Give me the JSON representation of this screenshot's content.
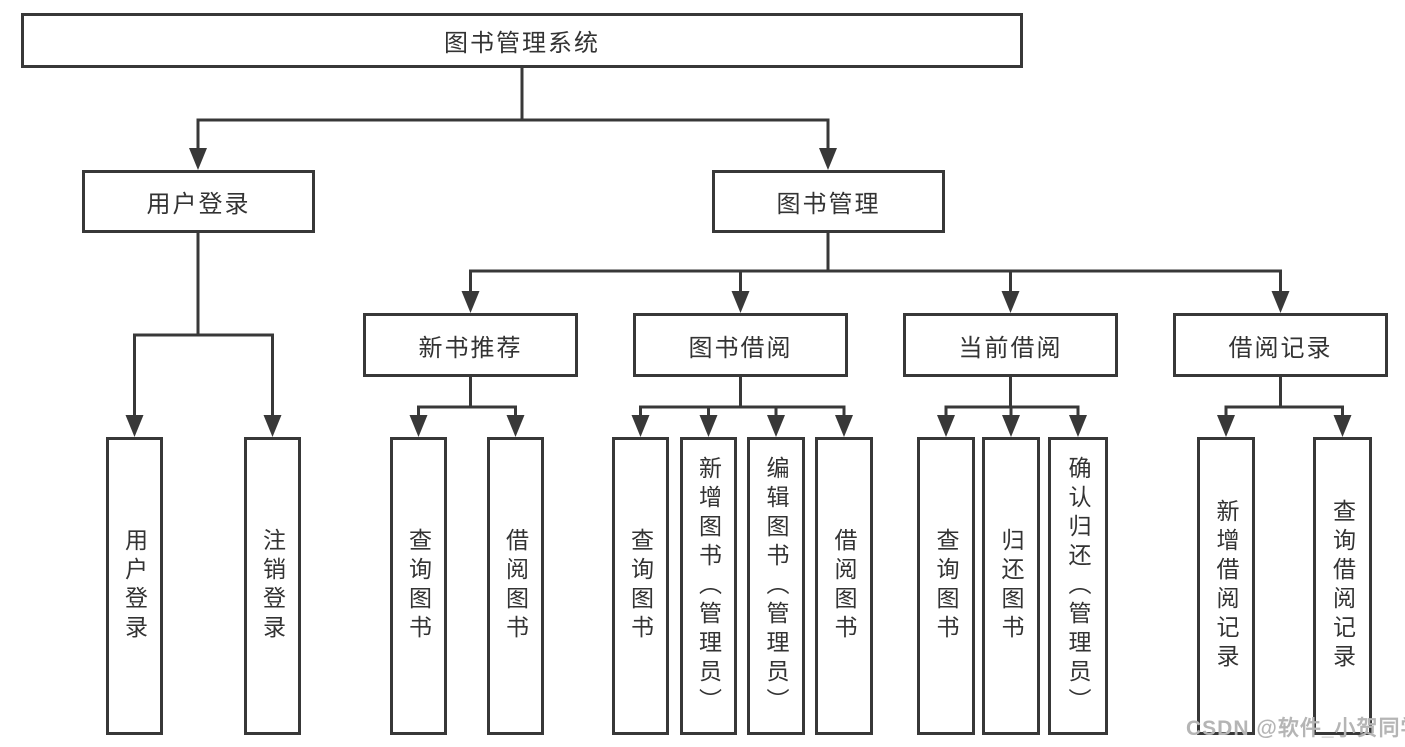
{
  "diagram": {
    "title": "图书管理系统",
    "user_login": {
      "label": "用户登录",
      "children": [
        "用户登录",
        "注销登录"
      ]
    },
    "book_management": {
      "label": "图书管理",
      "sections": [
        {
          "label": "新书推荐",
          "children": [
            "查询图书",
            "借阅图书"
          ]
        },
        {
          "label": "图书借阅",
          "children": [
            "查询图书",
            "新增图书（管理员）",
            "编辑图书（管理员）",
            "借阅图书"
          ]
        },
        {
          "label": "当前借阅",
          "children": [
            "查询图书",
            "归还图书",
            "确认归还（管理员）"
          ]
        },
        {
          "label": "借阅记录",
          "children": [
            "新增借阅记录",
            "查询借阅记录"
          ]
        }
      ]
    }
  },
  "watermark": {
    "text": "CSDN @软件_小贺同学"
  },
  "colors": {
    "line": "#383838",
    "text": "#333333",
    "watermark": "#b5b5b5",
    "background": "#ffffff"
  }
}
